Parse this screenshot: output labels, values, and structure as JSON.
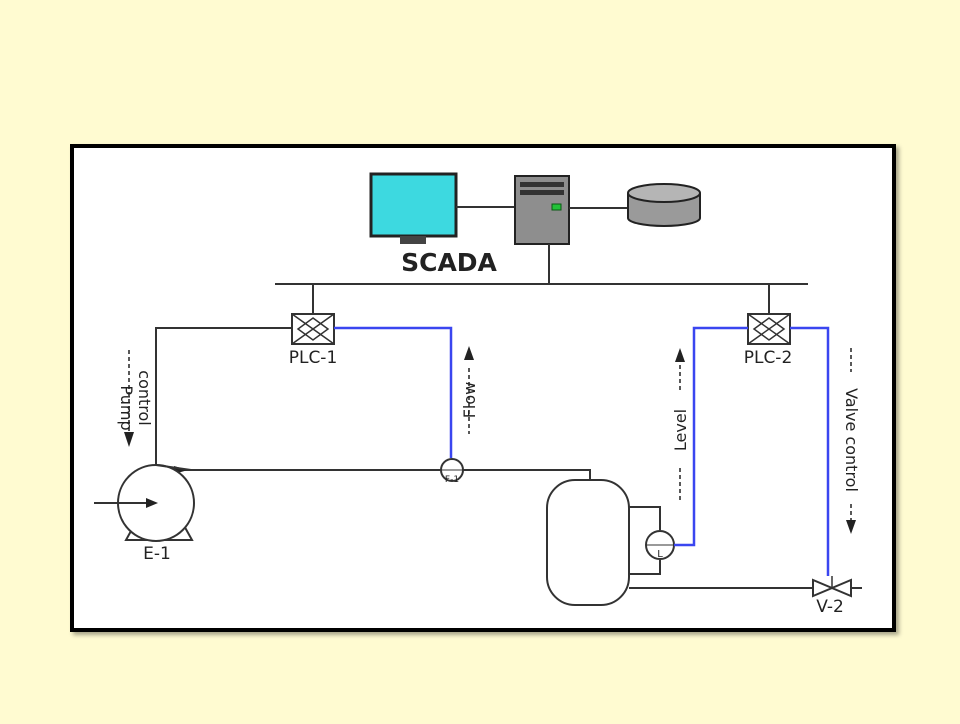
{
  "title": "SCADA",
  "labels": {
    "plc1": "PLC-1",
    "plc2": "PLC-2",
    "pump": "E-1",
    "valve": "V-2",
    "flow_meter": "F-1",
    "level_sensor": "L"
  },
  "signals": {
    "pump_control_line1": "Pump",
    "pump_control_line2": "control",
    "flow": "Flow",
    "level": "Level",
    "valve_control": "Valve control"
  },
  "colors": {
    "page_background": "#FFFBD1",
    "signal_line": "#3A46F0",
    "monitor_screen": "#3DD9E0",
    "server_led": "#22C238",
    "database": "#9A9A9A",
    "frame_border": "#000000"
  },
  "icons": {
    "workstation": "monitor-icon",
    "server": "server-icon",
    "database": "database-icon"
  }
}
